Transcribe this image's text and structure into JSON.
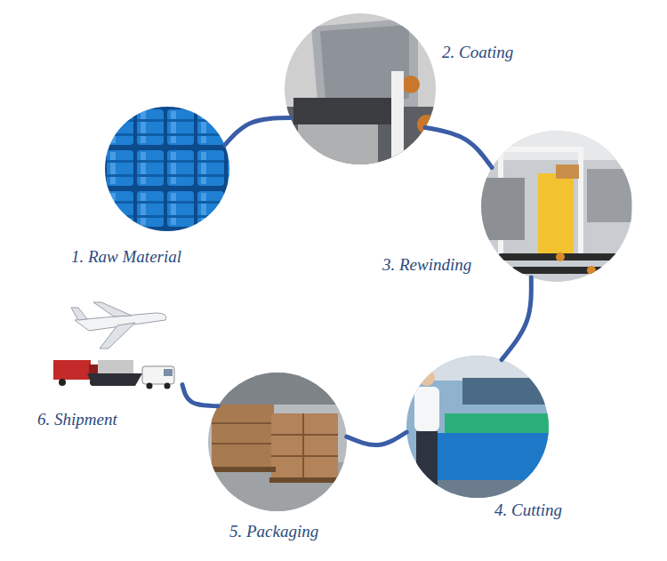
{
  "diagram": {
    "nodes": [
      {
        "text": [
          "1. Raw Material"
        ]
      },
      {
        "text": [
          "2. Coating"
        ]
      },
      {
        "text": [
          "3. Rewinding"
        ]
      },
      {
        "text": [
          "4. Cutting"
        ]
      },
      {
        "text": [
          "5. Packaging"
        ]
      },
      {
        "text": [
          "6. Shipment"
        ]
      }
    ],
    "edges": [
      {
        "from": 0,
        "to": 1,
        "arrow": "none"
      },
      {
        "from": 1,
        "to": 2,
        "arrow": "none"
      },
      {
        "from": 2,
        "to": 3,
        "arrow": "none"
      },
      {
        "from": 3,
        "to": 4,
        "arrow": "none"
      },
      {
        "from": 4,
        "to": 5,
        "arrow": "none"
      }
    ]
  }
}
